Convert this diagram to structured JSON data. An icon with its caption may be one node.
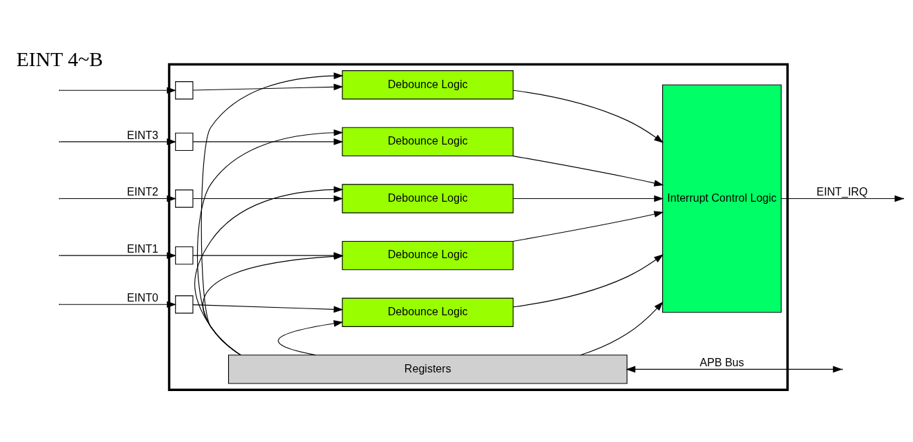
{
  "diagram": {
    "nodes": [
      {
        "text": [],
        "shape": "box"
      },
      {
        "text": [],
        "shape": "box",
        "in": 0
      },
      {
        "text": [],
        "shape": "box",
        "in": 0
      },
      {
        "text": [],
        "shape": "box",
        "in": 0
      },
      {
        "text": [],
        "shape": "box",
        "in": 0
      },
      {
        "text": [],
        "shape": "box",
        "in": 0
      },
      {
        "text": [
          "Debounce Logic"
        ],
        "in": 0
      },
      {
        "text": [
          "Debounce Logic"
        ],
        "in": 0
      },
      {
        "text": [
          "Debounce Logic"
        ],
        "in": 0
      },
      {
        "text": [
          "Debounce Logic"
        ],
        "in": 0
      },
      {
        "text": [
          "Debounce Logic"
        ],
        "in": 0
      },
      {
        "text": [
          "Interrupt Control Logic"
        ],
        "in": 0
      },
      {
        "text": [
          "Registers"
        ],
        "in": 0
      }
    ],
    "edges": [
      {
        "from": null,
        "to": 1,
        "arrow": "to"
      },
      {
        "from": null,
        "to": 2,
        "arrow": "to",
        "label": "EINT3"
      },
      {
        "from": null,
        "to": 3,
        "arrow": "to",
        "label": "EINT2"
      },
      {
        "from": null,
        "to": 4,
        "arrow": "to",
        "label": "EINT1"
      },
      {
        "from": null,
        "to": 5,
        "arrow": "to",
        "label": "EINT0"
      },
      {
        "from": 1,
        "to": 6,
        "arrow": "to"
      },
      {
        "from": 2,
        "to": 7,
        "arrow": "to"
      },
      {
        "from": 3,
        "to": 8,
        "arrow": "to"
      },
      {
        "from": 4,
        "to": 9,
        "arrow": "to"
      },
      {
        "from": 5,
        "to": 10,
        "arrow": "to"
      },
      {
        "from": 6,
        "to": 11,
        "arrow": "to"
      },
      {
        "from": 7,
        "to": 11,
        "arrow": "to"
      },
      {
        "from": 8,
        "to": 11,
        "arrow": "to"
      },
      {
        "from": 9,
        "to": 11,
        "arrow": "to"
      },
      {
        "from": 10,
        "to": 11,
        "arrow": "to"
      },
      {
        "from": 12,
        "to": 10,
        "arrow": "to"
      },
      {
        "from": 12,
        "to": 9,
        "arrow": "to"
      },
      {
        "from": 12,
        "to": 8,
        "arrow": "to"
      },
      {
        "from": 12,
        "to": 7,
        "arrow": "to"
      },
      {
        "from": 12,
        "to": 6,
        "arrow": "to"
      },
      {
        "from": 12,
        "to": 11,
        "arrow": "to"
      },
      {
        "from": 11,
        "to": null,
        "arrow": "to",
        "label": "EINT_IRQ"
      },
      {
        "from": 12,
        "to": null,
        "arrow": "both",
        "label": "APB Bus"
      }
    ],
    "labels": [
      "EINT 4~B"
    ]
  }
}
